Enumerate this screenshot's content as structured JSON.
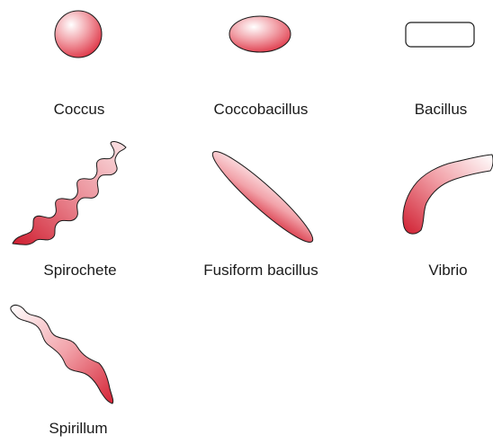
{
  "colors": {
    "fill_light": "#ffffff",
    "fill_mid": "#f0a0a8",
    "fill_dark": "#dc2a3c",
    "outline": "#1a1a1a"
  },
  "shapes": [
    {
      "id": "coccus",
      "label": "Coccus"
    },
    {
      "id": "coccobacillus",
      "label": "Coccobacillus"
    },
    {
      "id": "bacillus",
      "label": "Bacillus"
    },
    {
      "id": "spirochete",
      "label": "Spirochete"
    },
    {
      "id": "fusiform-bacillus",
      "label": "Fusiform bacillus"
    },
    {
      "id": "vibrio",
      "label": "Vibrio"
    },
    {
      "id": "spirillum",
      "label": "Spirillum"
    }
  ]
}
